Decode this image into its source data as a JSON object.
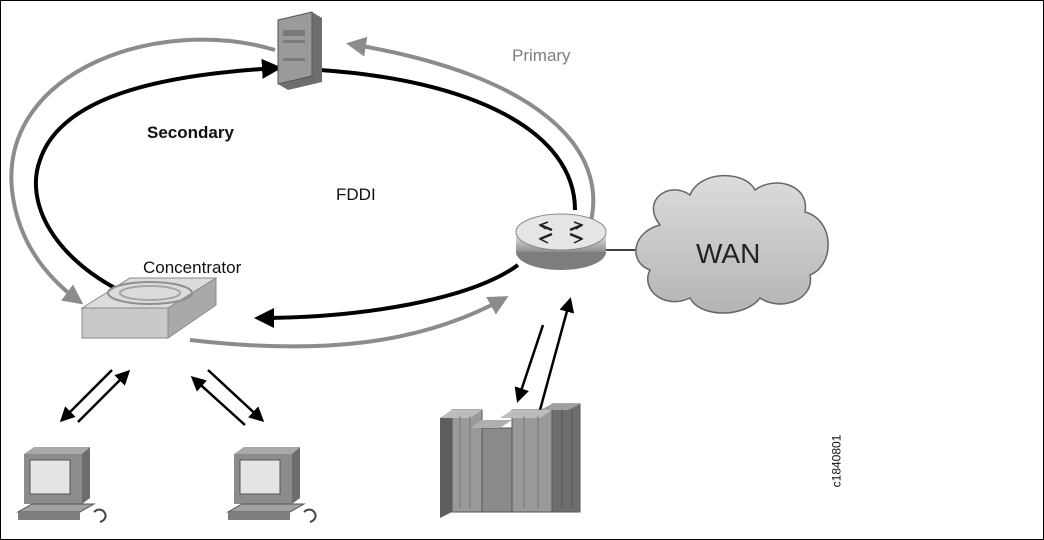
{
  "labels": {
    "primary": "Primary",
    "secondary": "Secondary",
    "fddi": "FDDI",
    "concentrator": "Concentrator",
    "wan": "WAN",
    "figure_id": "c1840801"
  },
  "colors": {
    "primary_ring": "#8c8c8c",
    "secondary_ring": "#000000",
    "cloud": "#c4c4c4",
    "server": "#8a8a8a",
    "router": "#c8c8c8",
    "concentrator": "#cfcfcf"
  },
  "icons": [
    "server-icon",
    "router-icon",
    "wan-cloud-icon",
    "concentrator-icon",
    "workstation-icon",
    "mainframe-icon"
  ]
}
